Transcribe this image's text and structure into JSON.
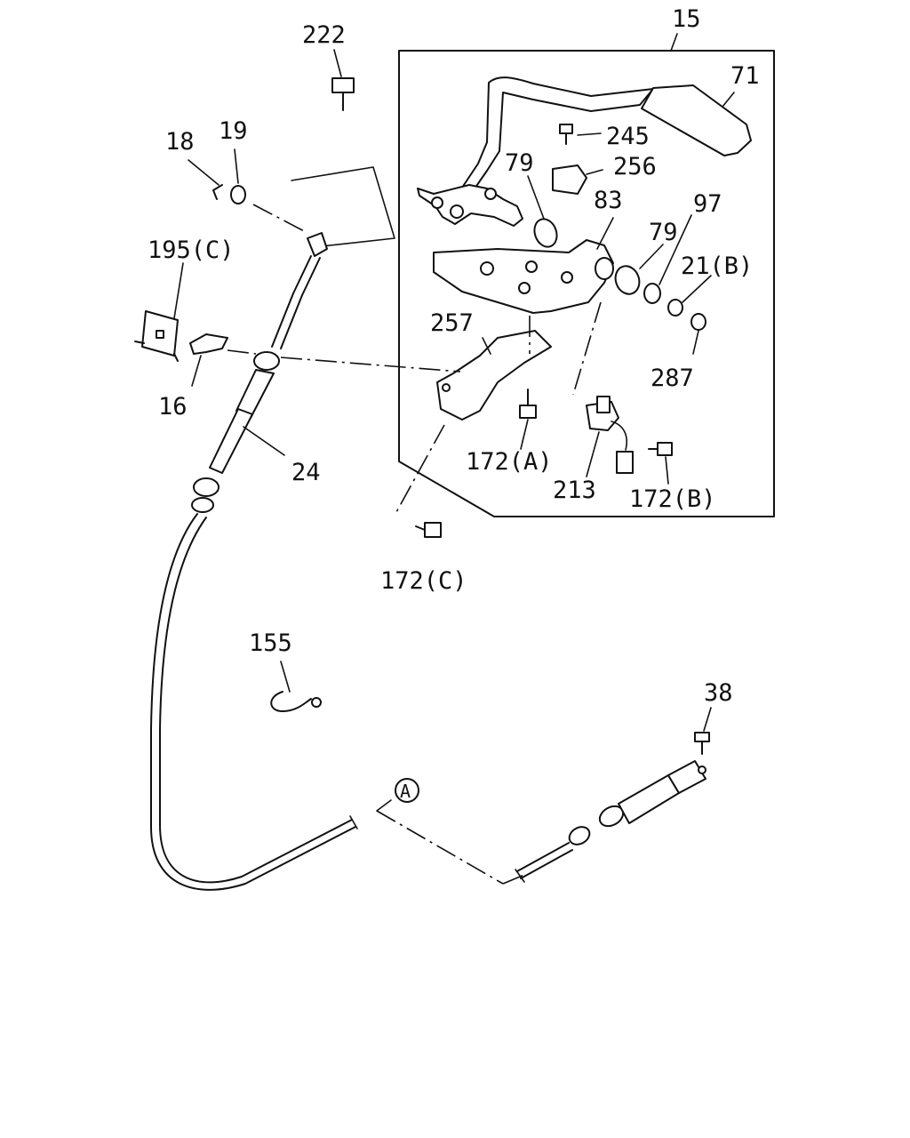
{
  "labels": {
    "p15": "15",
    "p71": "71",
    "p222": "222",
    "p245": "245",
    "p256": "256",
    "p79a": "79",
    "p83": "83",
    "p97": "97",
    "p79b": "79",
    "p18": "18",
    "p19": "19",
    "p195c": "195(C)",
    "p21b": "21(B)",
    "p257": "257",
    "p287": "287",
    "p16": "16",
    "p24": "24",
    "p172a": "172(A)",
    "p213": "213",
    "p172b": "172(B)",
    "p172c": "172(C)",
    "p155": "155",
    "p38": "38",
    "refA": "A"
  }
}
